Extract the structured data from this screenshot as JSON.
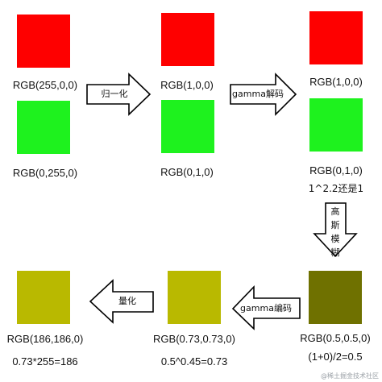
{
  "colors": {
    "red": "#fe0000",
    "green": "#1ef21e",
    "dark_olive": "#6f7100",
    "olive": "#b9b900",
    "arrow_fill": "#ffffff",
    "arrow_stroke": "#000000"
  },
  "stage_original": {
    "red_label": "RGB(255,0,0)",
    "green_label": "RGB(0,255,0)"
  },
  "stage_normalized": {
    "red_label": "RGB(1,0,0)",
    "green_label": "RGB(0,1,0)"
  },
  "stage_decoded": {
    "red_label": "RGB(1,0,0)",
    "green_label": "RGB(0,1,0)",
    "note": "1^2.2还是1"
  },
  "stage_blurred": {
    "label": "RGB(0.5,0.5,0)",
    "note": "(1+0)/2=0.5"
  },
  "stage_encoded": {
    "label": "RGB(0.73,0.73,0)",
    "note": "0.5^0.45=0.73"
  },
  "stage_quantized": {
    "label": "RGB(186,186,0)",
    "note": "0.73*255=186"
  },
  "arrows": {
    "normalize": "归一化",
    "gamma_decode": "gamma解码",
    "blur": "高斯模糊",
    "gamma_encode": "gamma编码",
    "quantize": "量化"
  },
  "watermark": "@稀土掘金技术社区"
}
